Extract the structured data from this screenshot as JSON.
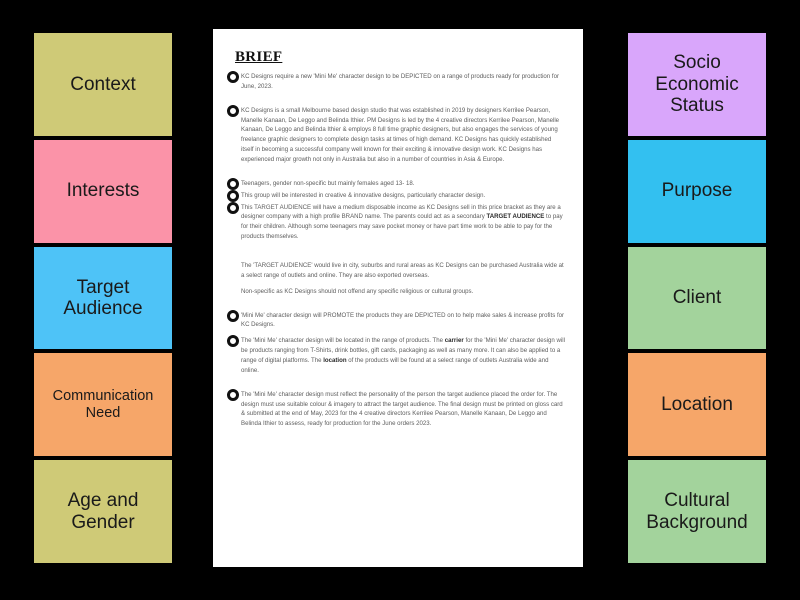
{
  "left_column": {
    "cards": [
      {
        "label": "Context",
        "bg": "#cfca77",
        "connector": "#cfca77",
        "size": "normal"
      },
      {
        "label": "Interests",
        "bg": "#fb93a8",
        "connector": "#fb93a8",
        "size": "normal"
      },
      {
        "label": "Target Audience",
        "bg": "#4ec3f7",
        "connector": "#4ec3f7",
        "size": "normal"
      },
      {
        "label": "Communication Need",
        "bg": "#f6a669",
        "connector": "#f6a669",
        "size": "small"
      },
      {
        "label": "Age and Gender",
        "bg": "#cfca77",
        "connector": "#cfca77",
        "size": "normal"
      }
    ]
  },
  "right_column": {
    "cards": [
      {
        "label": "Socio Economic Status",
        "bg": "#d9a6fb",
        "connector": "#d9a6fb",
        "size": "normal"
      },
      {
        "label": "Purpose",
        "bg": "#33c0f0",
        "connector": "#33c0f0",
        "size": "normal"
      },
      {
        "label": "Client",
        "bg": "#a3d39c",
        "connector": "#a3d39c",
        "size": "normal"
      },
      {
        "label": "Location",
        "bg": "#f6a669",
        "connector": "#f6a669",
        "size": "normal"
      },
      {
        "label": "Cultural Background",
        "bg": "#a3d39c",
        "connector": "#a3d39c",
        "size": "normal"
      }
    ]
  },
  "document": {
    "title": "BRIEF",
    "blocks": [
      {
        "bullet": true,
        "html": "KC Designs require a new 'Mini Me' character design to be DEPICTED on a range of products ready for production for June, 2023."
      },
      {
        "bullet": true,
        "html": "KC Designs is a small Melbourne based design studio that was established in 2019 by designers Kerrilee Pearson, Manelle Kanaan, De Leggo and Belinda Ithier. PM Designs is led by the 4 creative directors Kerrilee Pearson, Manelle Kanaan, De Leggo and Belinda Ithier &amp; employs 8 full time graphic designers, but also engages the services of young freelance graphic designers to complete design tasks at times of high demand. KC Designs has quickly established itself in becoming a successful company well known for their exciting &amp; innovative design work. KC Designs has experienced major growth not only in Australia but also in a number of countries in Asia &amp; Europe."
      },
      {
        "bullet": true,
        "html": "Teenagers, gender non-specific but mainly females aged 13- 18."
      },
      {
        "bullet": true,
        "html": "This group will be interested in creative &amp; innovative designs, particularly character design."
      },
      {
        "bullet": true,
        "html": "This TARGET AUDIENCE will have a medium disposable income as KC Designs sell in this price bracket as they are a designer company with a high profile BRAND name. The parents could act as a secondary <b>TARGET AUDIENCE</b> to pay for their children. Although some teenagers may save pocket money or have part time work to be able to pay for the products themselves."
      },
      {
        "bullet": false,
        "html": "The 'TARGET AUDIENCE' would live in city, suburbs and rural areas as KC Designs can be purchased Australia wide at a select range of outlets and online. They are also exported overseas."
      },
      {
        "bullet": false,
        "html": "Non-specific as KC Designs should not offend any specific religious or cultural groups."
      },
      {
        "bullet": true,
        "html": "'Mini Me' character design will PROMOTE the products they are DEPICTED on to help make sales &amp; increase profits for KC Designs."
      },
      {
        "bullet": true,
        "html": "The 'Mini Me' character design will be located in the range of products. The <b>carrier</b> for the 'Mini Me' character design will be products ranging from T-Shirts, drink bottles, gift cards, packaging as well as many more. It can also be applied to a range of digital platforms. The <b>location</b> of the products will be found at a select range of outlets Australia wide and online."
      },
      {
        "bullet": true,
        "html": "The 'Mini Me' character design must reflect the personality of the person the target audience placed the order for. The design must use suitable colour &amp; imagery to attract the target audience. The final design must be printed on gloss card &amp; submitted at the end of May, 2023 for the 4 creative directors Kerrilee Pearson, Manelle Kanaan, De Leggo and Belinda Ithier to assess, ready for production for the June orders 2023."
      }
    ]
  }
}
